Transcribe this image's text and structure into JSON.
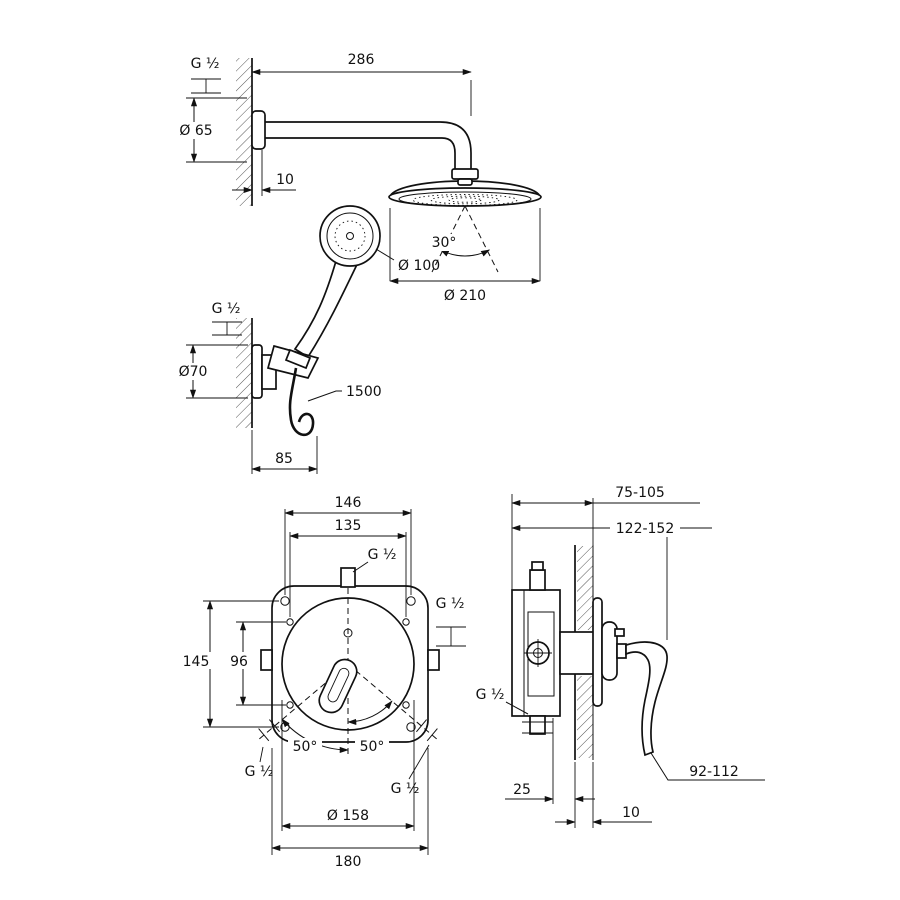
{
  "labels": {
    "head": {
      "thread": "G ½",
      "arm_length": "286",
      "flange_dia": "Ø 65",
      "wall_offset": "10",
      "spray_angle": "30°",
      "head_dia": "Ø 210"
    },
    "hand": {
      "head_dia": "Ø 100",
      "thread": "G ½",
      "flange_dia": "Ø70",
      "hose_length": "1500",
      "reach": "85"
    },
    "front": {
      "spacing_w_outer": "146",
      "spacing_w_inner": "135",
      "thread_top": "G ½",
      "thread_right": "G ½",
      "spacing_h_outer": "145",
      "spacing_h_inner": "96",
      "angle_left": "50°",
      "angle_right": "50°",
      "thread_bottom_left": "G ½",
      "thread_bottom_right": "G ½",
      "rosette_dia": "Ø 158",
      "plate_width": "180"
    },
    "side": {
      "depth_range": "75-105",
      "depth_total": "122-152",
      "thread": "G ½",
      "lever_range": "92-112",
      "depth_body": "25",
      "tile_thickness": "10"
    }
  }
}
